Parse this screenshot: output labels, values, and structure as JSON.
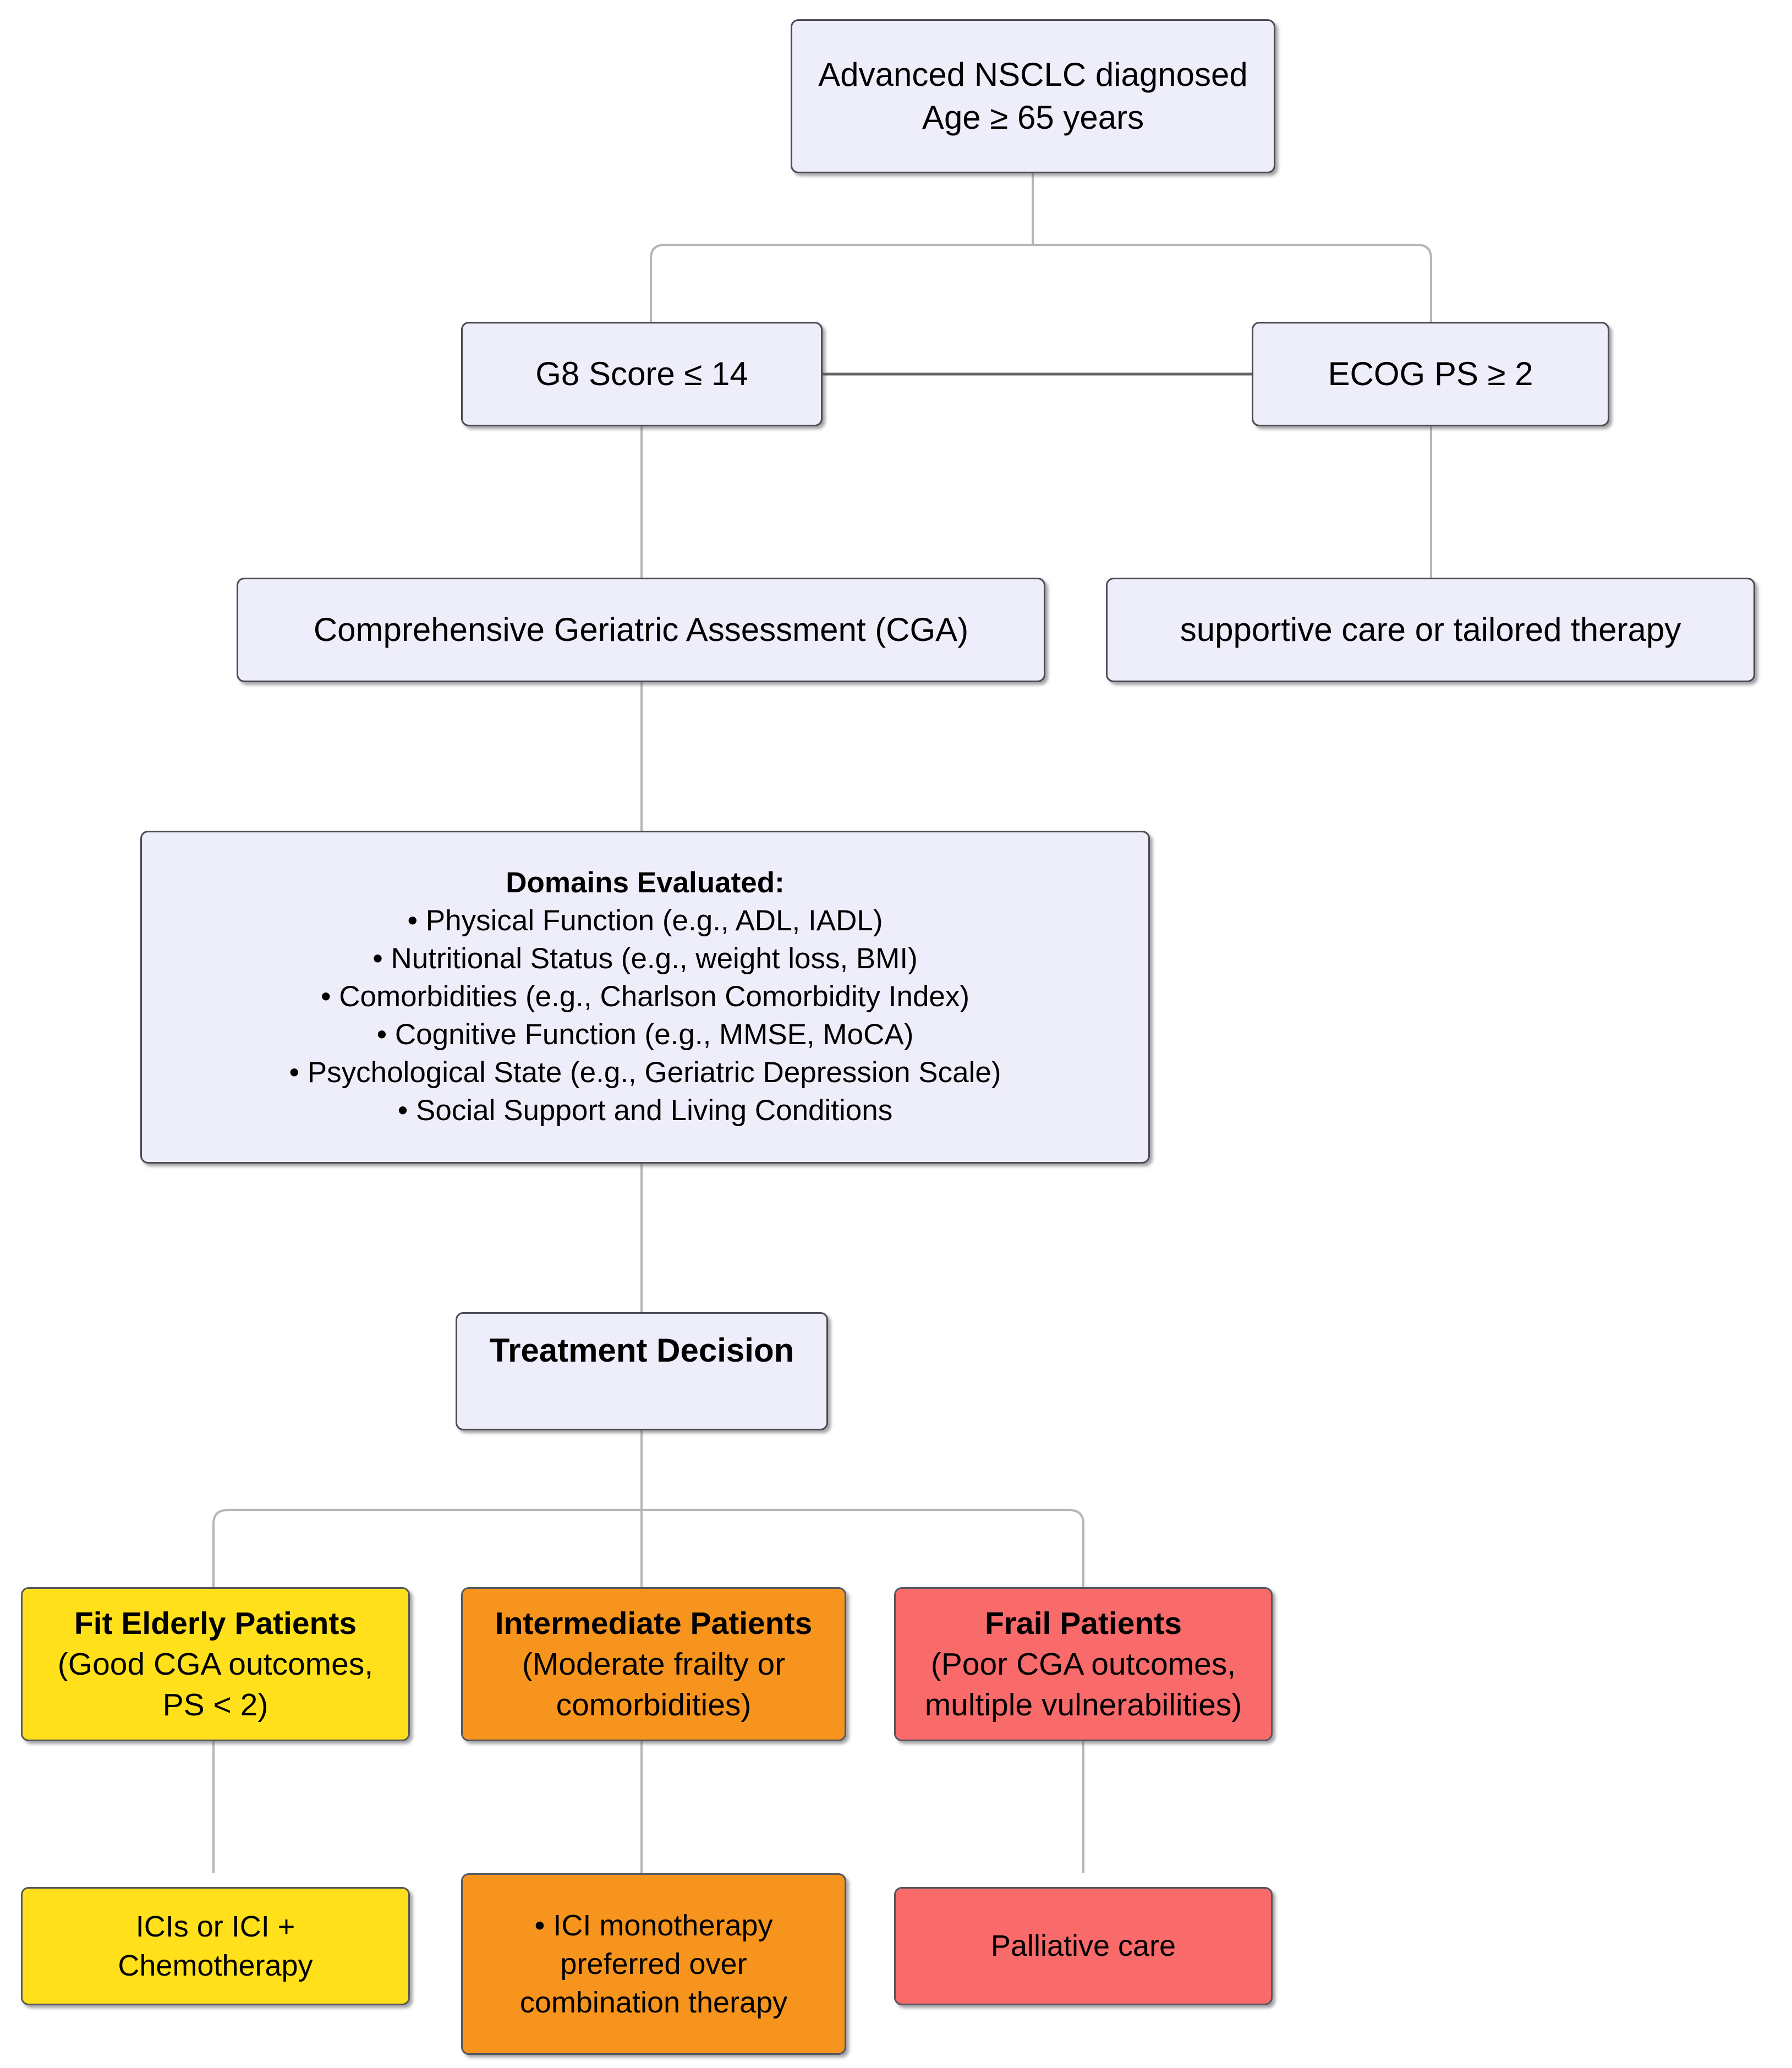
{
  "diagram": {
    "title": "Geriatric assessment and treatment decision flowchart for advanced NSCLC",
    "colors": {
      "node_fill": "#eeedfa",
      "node_border": "#4a4a55",
      "fit_fill": "#ffe01b",
      "intermediate_fill": "#f7941e",
      "frail_fill": "#f96a6a",
      "edge": "#b5b5b5"
    },
    "nodes": {
      "start": {
        "lines": [
          "Advanced NSCLC diagnosed",
          "Age ≥ 65 years"
        ]
      },
      "g8": {
        "lines": [
          "G8 Score ≤ 14"
        ]
      },
      "ecog": {
        "lines": [
          "ECOG PS ≥ 2"
        ]
      },
      "cga": {
        "lines": [
          "Comprehensive Geriatric Assessment (CGA)"
        ]
      },
      "supportive": {
        "lines": [
          "supportive care or tailored therapy"
        ]
      },
      "domains": {
        "heading": "Domains Evaluated:",
        "items": [
          "• Physical Function (e.g., ADL, IADL)",
          "• Nutritional Status (e.g., weight loss, BMI)",
          "• Comorbidities (e.g., Charlson Comorbidity Index)",
          "• Cognitive Function (e.g., MMSE, MoCA)",
          "• Psychological State (e.g., Geriatric Depression Scale)",
          "• Social Support and Living Conditions"
        ]
      },
      "decision": {
        "lines": [
          "Treatment Decision"
        ]
      },
      "fit": {
        "heading": "Fit Elderly Patients",
        "lines": [
          "(Good CGA outcomes,",
          "PS < 2)"
        ]
      },
      "intermediate": {
        "heading": "Intermediate Patients",
        "lines": [
          "(Moderate frailty or",
          "comorbidities)"
        ]
      },
      "frail": {
        "heading": "Frail Patients",
        "lines": [
          "(Poor CGA outcomes,",
          "multiple vulnerabilities)"
        ]
      },
      "fit_tx": {
        "lines": [
          "ICIs or ICI +",
          "Chemotherapy"
        ]
      },
      "intermediate_tx": {
        "lines": [
          "• ICI monotherapy",
          "preferred over",
          "combination therapy"
        ]
      },
      "frail_tx": {
        "lines": [
          "Palliative care"
        ]
      }
    }
  }
}
